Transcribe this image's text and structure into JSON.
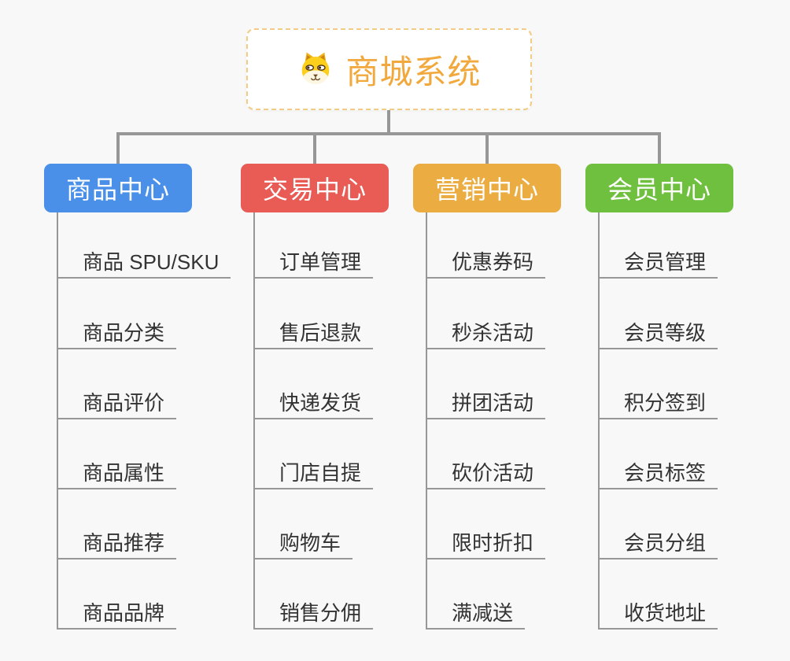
{
  "root": {
    "title": "商城系统",
    "icon": "dog-face-icon",
    "title_color": "#F1A83C",
    "border_color": "#F3CB82"
  },
  "connector_color": "#979797",
  "item_text_color": "#333333",
  "branches": [
    {
      "id": "product-center",
      "label": "商品中心",
      "color": "#4A90E8",
      "items": [
        "商品 SPU/SKU",
        "商品分类",
        "商品评价",
        "商品属性",
        "商品推荐",
        "商品品牌"
      ]
    },
    {
      "id": "trade-center",
      "label": "交易中心",
      "color": "#E95C55",
      "items": [
        "订单管理",
        "售后退款",
        "快递发货",
        "门店自提",
        "购物车",
        "销售分佣"
      ]
    },
    {
      "id": "marketing-center",
      "label": "营销中心",
      "color": "#EBAD41",
      "items": [
        "优惠券码",
        "秒杀活动",
        "拼团活动",
        "砍价活动",
        "限时折扣",
        "满减送"
      ]
    },
    {
      "id": "member-center",
      "label": "会员中心",
      "color": "#70C040",
      "items": [
        "会员管理",
        "会员等级",
        "积分签到",
        "会员标签",
        "会员分组",
        "收货地址"
      ]
    }
  ]
}
